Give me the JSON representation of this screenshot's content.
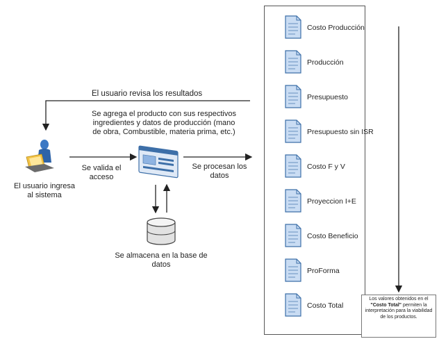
{
  "diagram": {
    "top_arrow_label": "El usuario revisa los resultados",
    "user": {
      "icon": "user-at-computer-icon",
      "label_line1": "El usuario ingresa",
      "label_line2": "al sistema"
    },
    "validate": {
      "line1": "Se valida el",
      "line2": "acceso"
    },
    "product": {
      "line1": "Se agrega el producto con sus respectivos",
      "line2": "ingredientes y datos de producción (mano",
      "line3": "de obra, Combustible, materia prima, etc.)"
    },
    "process": {
      "line1": "Se procesan los",
      "line2": "datos"
    },
    "database": {
      "icon": "database-icon",
      "line1": "Se almacena en la base de",
      "line2": "datos"
    },
    "documents": [
      "Costo Producción",
      "Producción",
      "Presupuesto",
      "Presupuesto sin ISR",
      "Costo F y V",
      "Proyeccion I+E",
      "Costo Beneficio",
      "ProForma",
      "Costo Total"
    ],
    "note": {
      "pre": "Los valores obtenidos en el",
      "bold": "\"Costo Total\"",
      "post": "permiten la interpretación para la viabilidad de los productos."
    },
    "colors": {
      "doc_fill": "#c9dcf3",
      "doc_stroke": "#3d6fa8",
      "arrow": "#222222"
    }
  }
}
